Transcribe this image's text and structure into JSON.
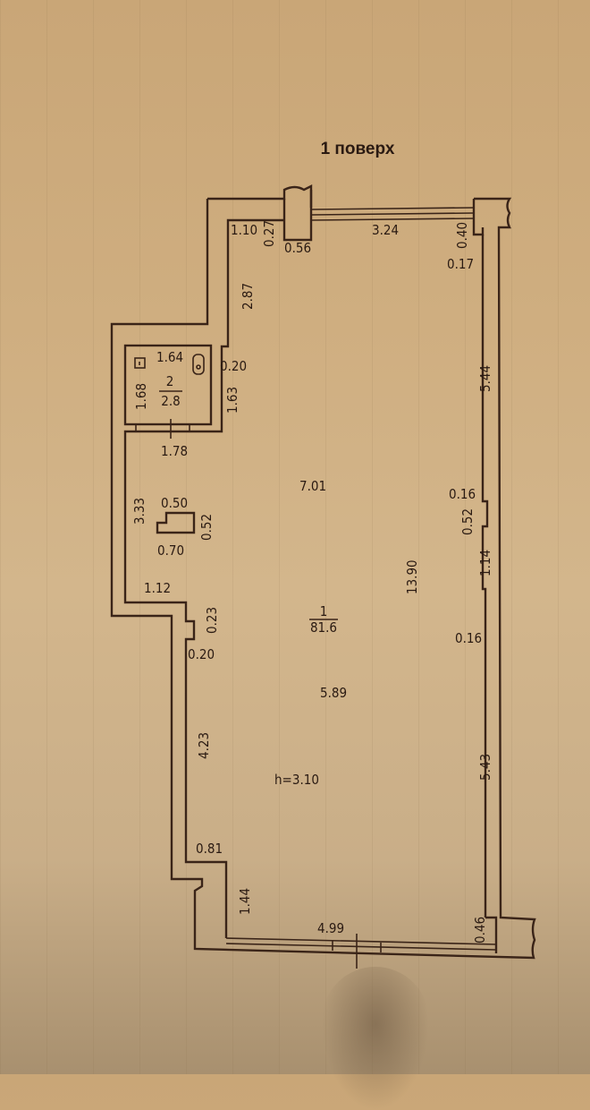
{
  "title": "1 поверх",
  "rooms": {
    "main": {
      "number": "1",
      "area": "81.6",
      "height_label": "h=3.10"
    },
    "wc": {
      "number": "2",
      "area": "2.8"
    }
  },
  "dimensions": {
    "top_left_1_10": "1.10",
    "top_0_27": "0.27",
    "top_0_56": "0.56",
    "top_window_3_24": "3.24",
    "top_right_0_40": "0.40",
    "top_right_0_17": "0.17",
    "left_upper_2_87": "2.87",
    "wc_width_1_64": "1.64",
    "wc_height_1_68": "1.68",
    "wc_wall_0_20": "0.20",
    "wc_side_1_63": "1.63",
    "wc_door_1_78": "1.78",
    "room_width_7_01": "7.01",
    "left_mid_3_33": "3.33",
    "column_0_50": "0.50",
    "column_0_52": "0.52",
    "column_0_70": "0.70",
    "left_step_1_12": "1.12",
    "niche_0_23": "0.23",
    "niche_0_20": "0.20",
    "room_length_13_90": "13.90",
    "right_0_16_a": "0.16",
    "right_pilaster_0_52": "0.52",
    "right_1_14": "1.14",
    "right_0_16_b": "0.16",
    "right_upper_5_44": "5.44",
    "right_lower_5_43": "5.43",
    "room_width_5_89": "5.89",
    "left_lower_4_23": "4.23",
    "left_step_0_81": "0.81",
    "left_bottom_1_44": "1.44",
    "bottom_window_4_99": "4.99",
    "bottom_right_0_46": "0.46"
  },
  "icons": [
    "toilet-icon",
    "sink-icon"
  ],
  "colors": {
    "paper": "#cfae80",
    "ink": "#3a2418"
  }
}
